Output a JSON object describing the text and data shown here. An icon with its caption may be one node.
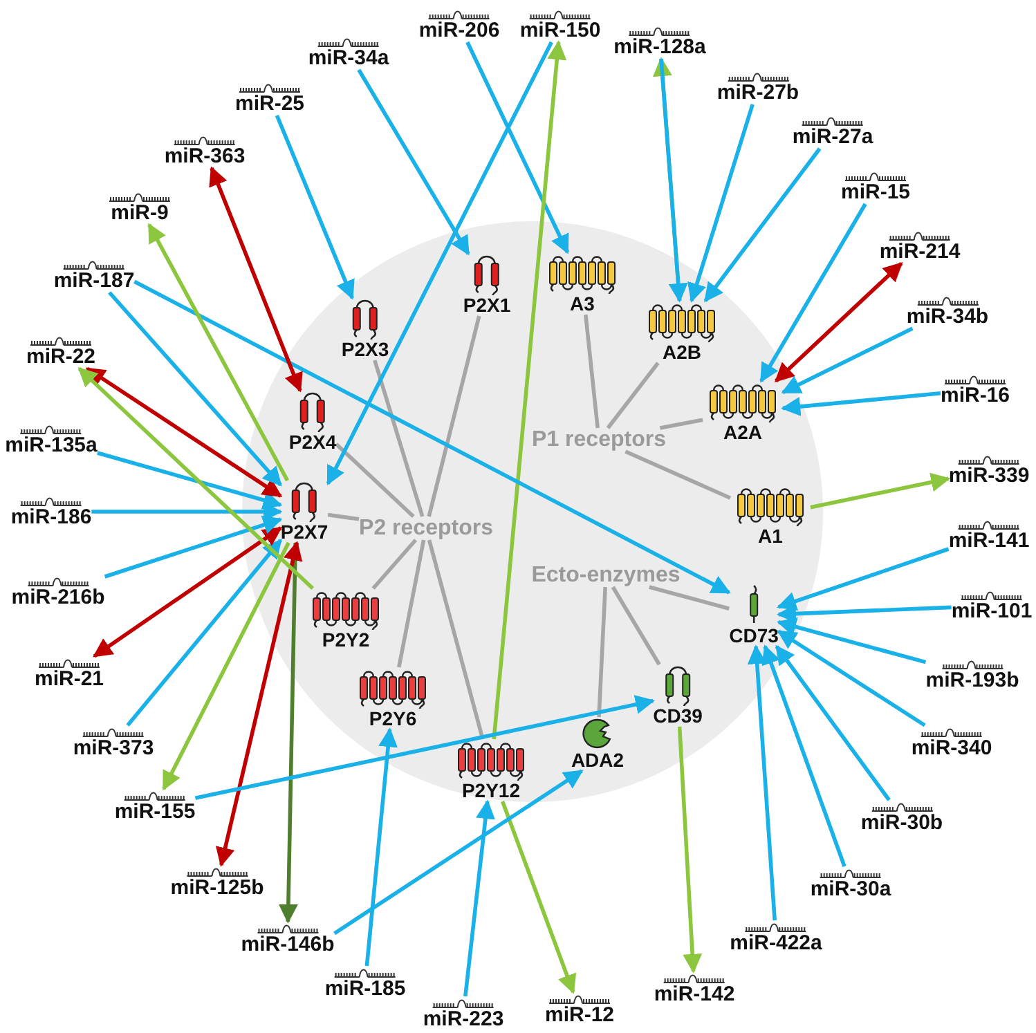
{
  "diagram": {
    "nodes": [
      {
        "text": [],
        "shape": "circle"
      },
      {
        "text": [
          "P2 receptors"
        ],
        "in": 0
      },
      {
        "text": [
          "P2X1"
        ],
        "in": 0
      },
      {
        "text": [
          "P2X3"
        ],
        "in": 0
      },
      {
        "text": [
          "P2X4"
        ],
        "in": 0
      },
      {
        "text": [
          "P2X7"
        ],
        "in": 0
      },
      {
        "text": [
          "P2Y2"
        ],
        "in": 0
      },
      {
        "text": [
          "P2Y6"
        ],
        "in": 0
      },
      {
        "text": [
          "P2Y12"
        ],
        "in": 0
      },
      {
        "text": [
          "P1 receptors"
        ],
        "in": 0
      },
      {
        "text": [
          "A3"
        ],
        "in": 0
      },
      {
        "text": [
          "A2B"
        ],
        "in": 0
      },
      {
        "text": [
          "A2A"
        ],
        "in": 0
      },
      {
        "text": [
          "A1"
        ],
        "in": 0
      },
      {
        "text": [
          "Ecto-enzymes"
        ],
        "in": 0
      },
      {
        "text": [
          "CD73"
        ],
        "in": 0
      },
      {
        "text": [
          "CD39"
        ],
        "in": 0
      },
      {
        "text": [
          "ADA2"
        ],
        "in": 0
      },
      {
        "text": [
          "miR-206"
        ]
      },
      {
        "text": [
          "miR-150"
        ]
      },
      {
        "text": [
          "miR-128a"
        ]
      },
      {
        "text": [
          "miR-27b"
        ]
      },
      {
        "text": [
          "miR-27a"
        ]
      },
      {
        "text": [
          "miR-15"
        ]
      },
      {
        "text": [
          "miR-214"
        ]
      },
      {
        "text": [
          "miR-34b"
        ]
      },
      {
        "text": [
          "miR-16"
        ]
      },
      {
        "text": [
          "miR-339"
        ]
      },
      {
        "text": [
          "miR-141"
        ]
      },
      {
        "text": [
          "miR-101"
        ]
      },
      {
        "text": [
          "miR-193b"
        ]
      },
      {
        "text": [
          "miR-340"
        ]
      },
      {
        "text": [
          "miR-30b"
        ]
      },
      {
        "text": [
          "miR-30a"
        ]
      },
      {
        "text": [
          "miR-422a"
        ]
      },
      {
        "text": [
          "miR-142"
        ]
      },
      {
        "text": [
          "miR-12"
        ]
      },
      {
        "text": [
          "miR-223"
        ]
      },
      {
        "text": [
          "miR-185"
        ]
      },
      {
        "text": [
          "miR-146b"
        ]
      },
      {
        "text": [
          "miR-125b"
        ]
      },
      {
        "text": [
          "miR-155"
        ]
      },
      {
        "text": [
          "miR-373"
        ]
      },
      {
        "text": [
          "miR-21"
        ]
      },
      {
        "text": [
          "miR-216b"
        ]
      },
      {
        "text": [
          "miR-186"
        ]
      },
      {
        "text": [
          "miR-135a"
        ]
      },
      {
        "text": [
          "miR-22"
        ]
      },
      {
        "text": [
          "miR-187"
        ]
      },
      {
        "text": [
          "miR-9"
        ]
      },
      {
        "text": [
          "miR-363"
        ]
      },
      {
        "text": [
          "miR-25"
        ]
      },
      {
        "text": [
          "miR-34a"
        ]
      }
    ],
    "edges": [
      {
        "from": 1,
        "to": 2,
        "arrow": "none",
        "color": "#a6a6a6"
      },
      {
        "from": 1,
        "to": 3,
        "arrow": "none",
        "color": "#a6a6a6"
      },
      {
        "from": 1,
        "to": 4,
        "arrow": "none",
        "color": "#a6a6a6"
      },
      {
        "from": 1,
        "to": 5,
        "arrow": "none",
        "color": "#a6a6a6"
      },
      {
        "from": 1,
        "to": 6,
        "arrow": "none",
        "color": "#a6a6a6"
      },
      {
        "from": 1,
        "to": 7,
        "arrow": "none",
        "color": "#a6a6a6"
      },
      {
        "from": 1,
        "to": 8,
        "arrow": "none",
        "color": "#a6a6a6"
      },
      {
        "from": 9,
        "to": 10,
        "arrow": "none",
        "color": "#a6a6a6"
      },
      {
        "from": 9,
        "to": 11,
        "arrow": "none",
        "color": "#a6a6a6"
      },
      {
        "from": 9,
        "to": 12,
        "arrow": "none",
        "color": "#a6a6a6"
      },
      {
        "from": 9,
        "to": 13,
        "arrow": "none",
        "color": "#a6a6a6"
      },
      {
        "from": 14,
        "to": 15,
        "arrow": "none",
        "color": "#a6a6a6"
      },
      {
        "from": 14,
        "to": 16,
        "arrow": "none",
        "color": "#a6a6a6"
      },
      {
        "from": 14,
        "to": 17,
        "arrow": "none",
        "color": "#a6a6a6"
      },
      {
        "from": 18,
        "to": 10,
        "arrow": "to"
      },
      {
        "from": 19,
        "to": 5,
        "arrow": "to"
      },
      {
        "from": 8,
        "to": 19,
        "arrow": "to",
        "color": "#8cc63f"
      },
      {
        "from": 11,
        "to": 20,
        "arrow": "to",
        "color": "#8cc63f"
      },
      {
        "from": 20,
        "to": 11,
        "arrow": "to"
      },
      {
        "from": 21,
        "to": 11,
        "arrow": "to"
      },
      {
        "from": 22,
        "to": 11,
        "arrow": "to"
      },
      {
        "from": 23,
        "to": 12,
        "arrow": "to"
      },
      {
        "from": 24,
        "to": 12,
        "arrow": "both",
        "color": "#c00000"
      },
      {
        "from": 25,
        "to": 12,
        "arrow": "to"
      },
      {
        "from": 26,
        "to": 12,
        "arrow": "to"
      },
      {
        "from": 13,
        "to": 27,
        "arrow": "to",
        "color": "#8cc63f"
      },
      {
        "from": 28,
        "to": 15,
        "arrow": "to"
      },
      {
        "from": 29,
        "to": 15,
        "arrow": "to"
      },
      {
        "from": 30,
        "to": 15,
        "arrow": "to"
      },
      {
        "from": 31,
        "to": 15,
        "arrow": "to"
      },
      {
        "from": 32,
        "to": 15,
        "arrow": "to"
      },
      {
        "from": 33,
        "to": 15,
        "arrow": "to"
      },
      {
        "from": 34,
        "to": 15,
        "arrow": "to"
      },
      {
        "from": 16,
        "to": 35,
        "arrow": "to",
        "color": "#8cc63f"
      },
      {
        "from": 8,
        "to": 36,
        "arrow": "to",
        "color": "#8cc63f"
      },
      {
        "from": 37,
        "to": 8,
        "arrow": "to"
      },
      {
        "from": 38,
        "to": 7,
        "arrow": "to"
      },
      {
        "from": 39,
        "to": 17,
        "arrow": "to"
      },
      {
        "from": 5,
        "to": 39,
        "arrow": "to",
        "color": "#4f7f2e"
      },
      {
        "from": 5,
        "to": 40,
        "arrow": "both",
        "color": "#c00000"
      },
      {
        "from": 41,
        "to": 16,
        "arrow": "to"
      },
      {
        "from": 5,
        "to": 41,
        "arrow": "to",
        "color": "#8cc63f"
      },
      {
        "from": 42,
        "to": 5,
        "arrow": "to"
      },
      {
        "from": 5,
        "to": 43,
        "arrow": "both",
        "color": "#c00000"
      },
      {
        "from": 44,
        "to": 5,
        "arrow": "to"
      },
      {
        "from": 45,
        "to": 5,
        "arrow": "to"
      },
      {
        "from": 46,
        "to": 5,
        "arrow": "to"
      },
      {
        "from": 47,
        "to": 5,
        "arrow": "both",
        "color": "#c00000"
      },
      {
        "from": 6,
        "to": 47,
        "arrow": "to",
        "color": "#8cc63f"
      },
      {
        "from": 48,
        "to": 5,
        "arrow": "to"
      },
      {
        "from": 48,
        "to": 15,
        "arrow": "to"
      },
      {
        "from": 5,
        "to": 49,
        "arrow": "to",
        "color": "#8cc63f"
      },
      {
        "from": 50,
        "to": 4,
        "arrow": "both",
        "color": "#c00000"
      },
      {
        "from": 51,
        "to": 3,
        "arrow": "to"
      },
      {
        "from": 52,
        "to": 2,
        "arrow": "to"
      }
    ]
  }
}
